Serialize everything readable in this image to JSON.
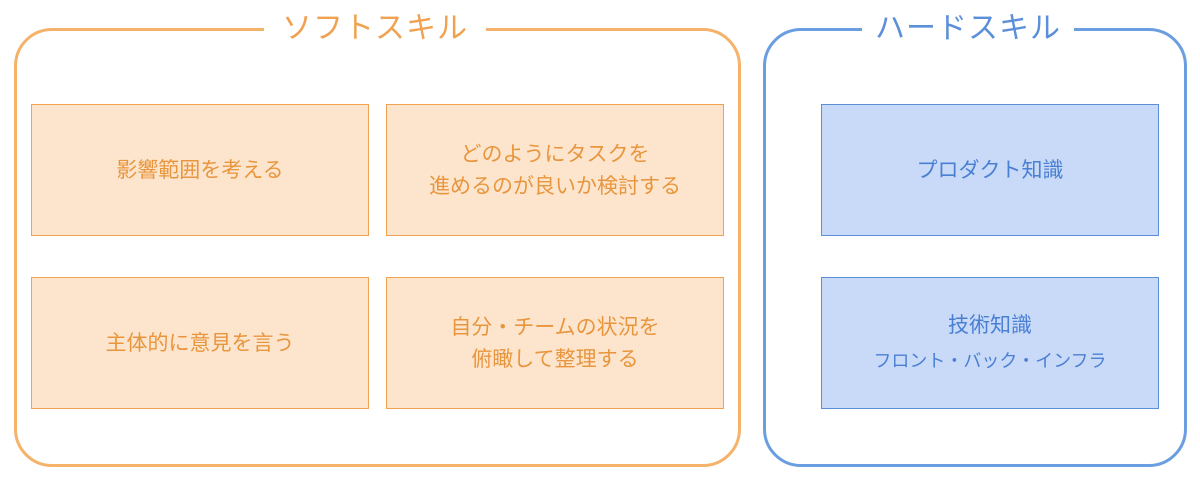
{
  "soft_skills": {
    "title": "ソフトスキル",
    "color": "#f0a250",
    "cards": [
      {
        "lines": [
          "影響範囲を考える"
        ]
      },
      {
        "lines": [
          "どのようにタスクを",
          "進めるのが良いか検討する"
        ]
      },
      {
        "lines": [
          "主体的に意見を言う"
        ]
      },
      {
        "lines": [
          "自分・チームの状況を",
          "俯瞰して整理する"
        ]
      }
    ]
  },
  "hard_skills": {
    "title": "ハードスキル",
    "color": "#5b8fd9",
    "cards": [
      {
        "lines": [
          "プロダクト知識"
        ]
      },
      {
        "title": "技術知識",
        "subtitle": "フロント・バック・インフラ"
      }
    ]
  }
}
